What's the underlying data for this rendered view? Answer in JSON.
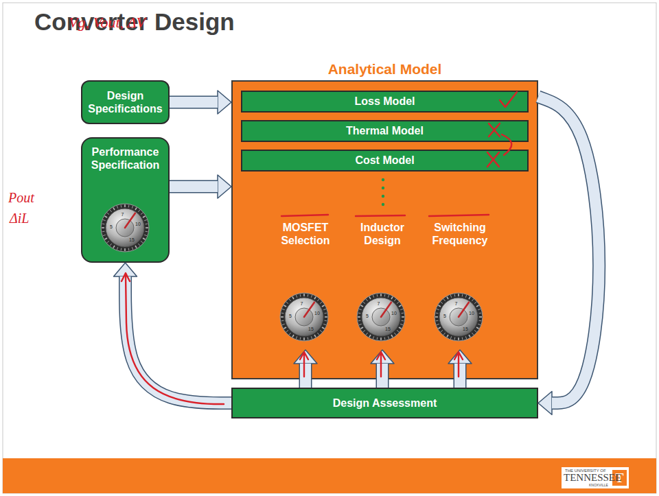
{
  "diagram": {
    "title": "Converter Design",
    "nodes": [
      {
        "text": [
          "Design Specifications"
        ]
      },
      {
        "text": [
          "Performance Specification"
        ]
      },
      {
        "text": [
          "Analytical Model"
        ]
      },
      {
        "text": [
          "Loss Model"
        ],
        "in": 2
      },
      {
        "text": [
          "Thermal Model"
        ],
        "in": 2
      },
      {
        "text": [
          "Cost Model"
        ],
        "in": 2
      },
      {
        "text": [
          "MOSFET Selection"
        ],
        "in": 2
      },
      {
        "text": [
          "Inductor Design"
        ],
        "in": 2
      },
      {
        "text": [
          "Switching Frequency"
        ],
        "in": 2
      },
      {
        "text": [
          "Design Assessment"
        ]
      }
    ],
    "edges": [
      {
        "from": 0,
        "to": 2,
        "arrow": "to"
      },
      {
        "from": 1,
        "to": 2,
        "arrow": "to"
      },
      {
        "from": 2,
        "to": 9,
        "arrow": "to"
      },
      {
        "from": 9,
        "to": 6,
        "arrow": "to"
      },
      {
        "from": 9,
        "to": 7,
        "arrow": "to"
      },
      {
        "from": 9,
        "to": 8,
        "arrow": "to"
      },
      {
        "from": 9,
        "to": 1,
        "arrow": "to"
      }
    ],
    "labels": [
      "Vg, Vout, ΔV",
      "Pout",
      "ΔiL",
      "7",
      "10",
      "5",
      "15",
      "7",
      "10",
      "5",
      "15",
      "7",
      "10",
      "5",
      "15",
      "7",
      "10",
      "5",
      "15",
      "THE UNIVERSITY OF",
      "TENNESSEE",
      "KNOXVILLE",
      "T"
    ]
  }
}
